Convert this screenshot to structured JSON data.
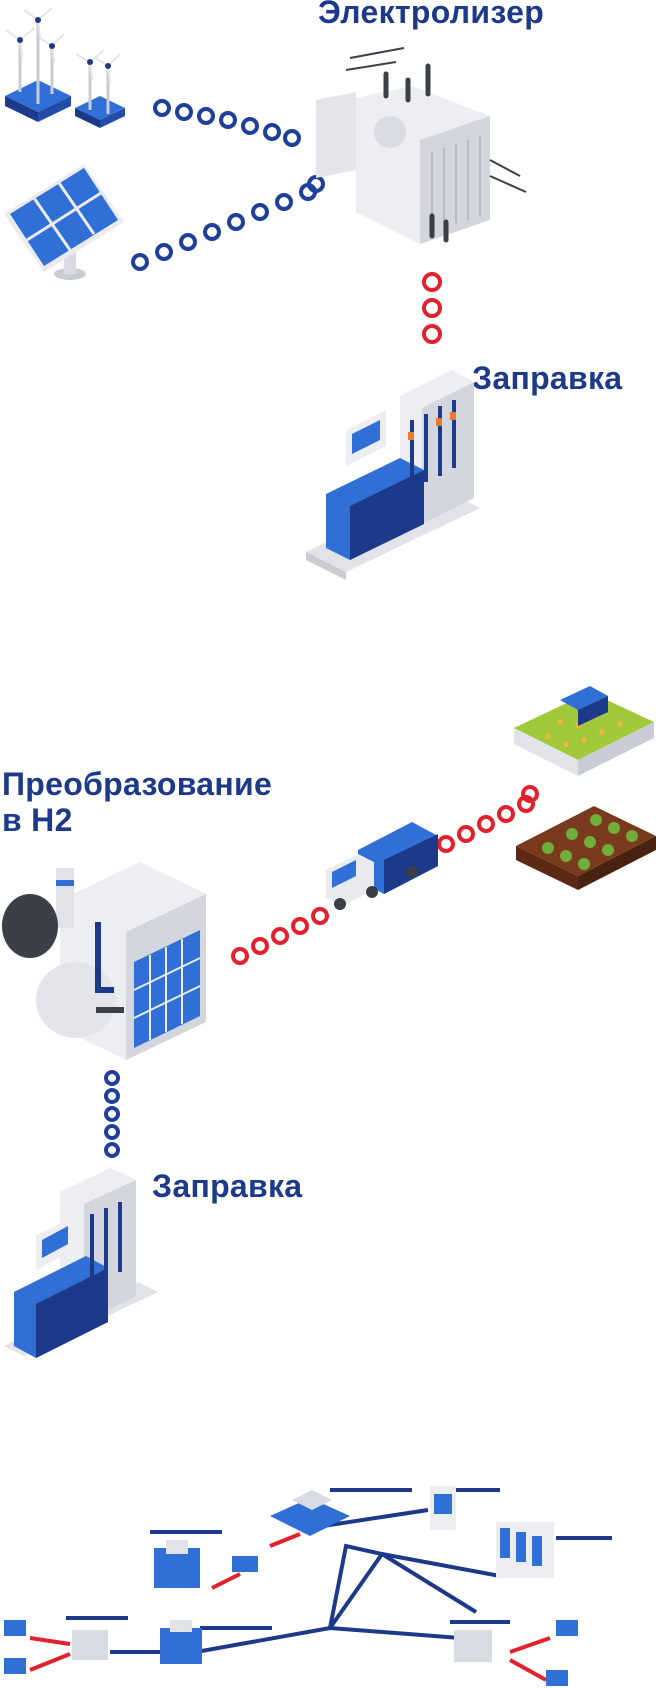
{
  "colors": {
    "brand_blue": "#1d3a8a",
    "chain_blue": "#1e3f9a",
    "chain_red": "#e1212b",
    "panel_blue": "#2f6fd6",
    "machine_gray": "#d8dbe2"
  },
  "section1": {
    "electrolyzer_label": "Электролизер",
    "station_label": "Заправка"
  },
  "section2": {
    "conversion_label_line1": "Преобразование",
    "conversion_label_line2": "в H2",
    "station_label": "Заправка"
  },
  "icons": [
    "wind-turbine-icon",
    "solar-panel-icon",
    "electrolyzer-icon",
    "fuel-station-icon",
    "harvester-field-icon",
    "crop-field-icon",
    "truck-icon",
    "factory-icon",
    "network-map-icon"
  ]
}
